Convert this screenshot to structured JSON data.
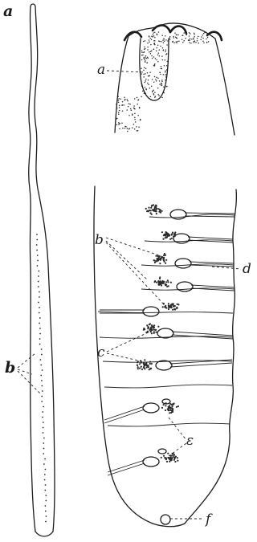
{
  "labels": {
    "fig_a": "a",
    "head_a": "a",
    "whole_b": "b",
    "body_b": "b",
    "body_c": "c",
    "body_d": "d",
    "body_e": "ε",
    "body_f": "f"
  },
  "colors": {
    "ink": "#1c1c1c",
    "paper": "#ffffff"
  }
}
